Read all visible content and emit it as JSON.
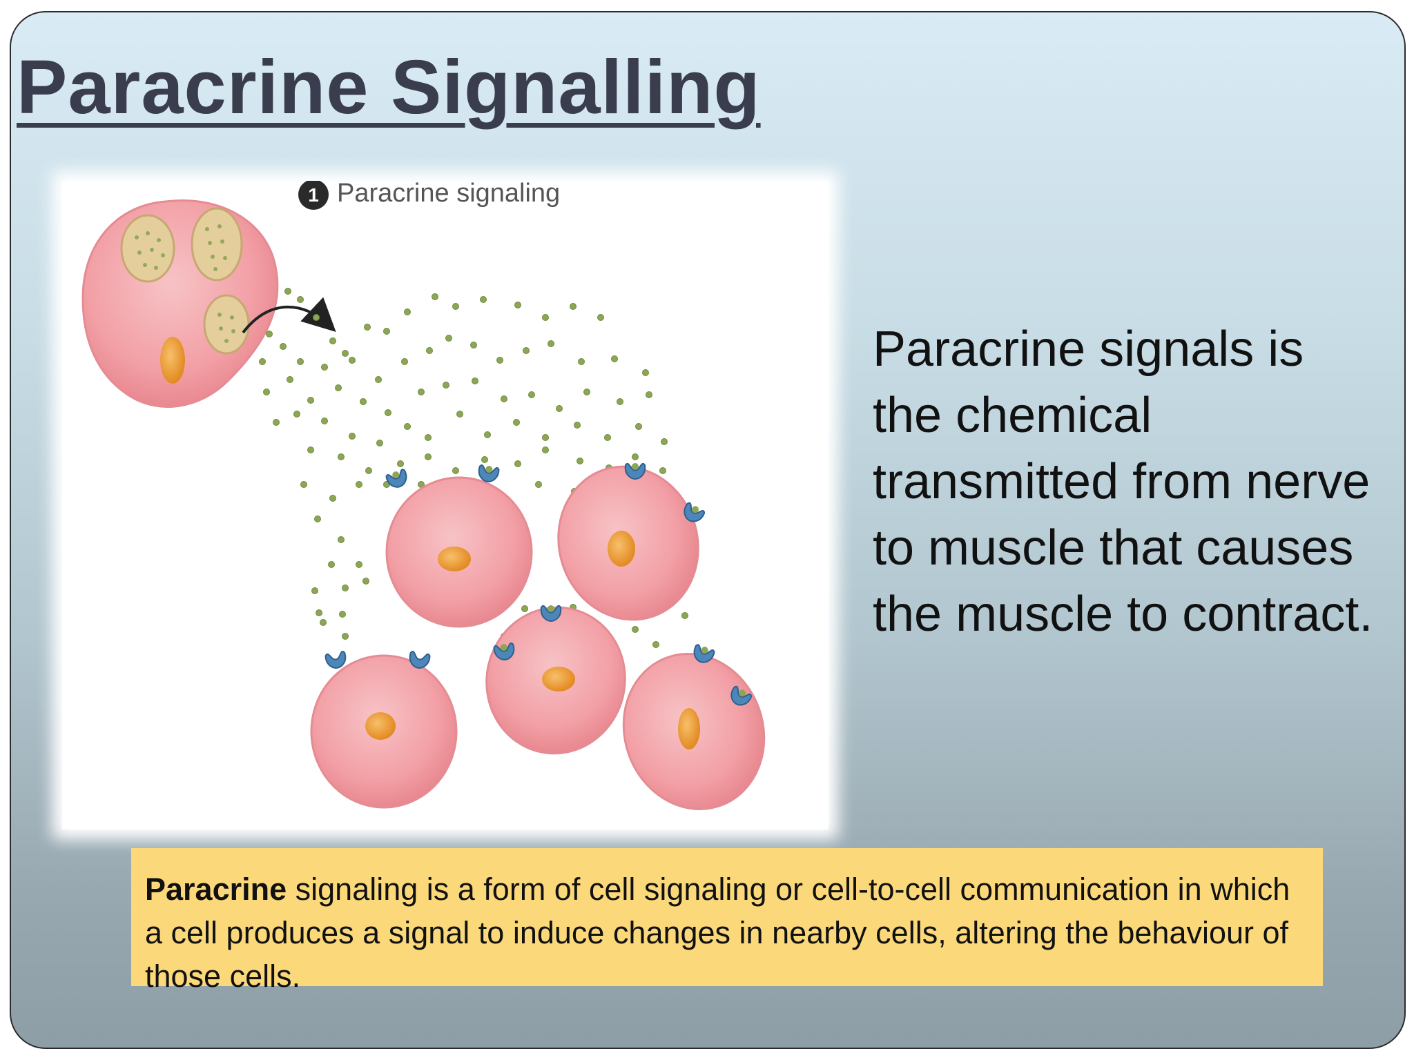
{
  "slide": {
    "title": "Paracrine Signalling",
    "figure_label": "Paracrine signaling",
    "figure_step": "1",
    "side_text": "Paracrine signals is the chemical transmitted from nerve to muscle that causes the muscle to contract.",
    "definition": {
      "bold_term": "Paracrine",
      "text": " signaling is a form of cell signaling or cell-to-cell communication in which a cell produces a signal to induce changes in nearby cells, altering the behaviour of those cells."
    }
  },
  "colors": {
    "cell": "#f3a1a7",
    "nucleus": "#f2a23c",
    "vesicle": "#e5cf9d",
    "molecule": "#8da656",
    "receptor": "#4d86b9",
    "definition_box": "#fbd97b",
    "title": "#3a3d4e"
  }
}
